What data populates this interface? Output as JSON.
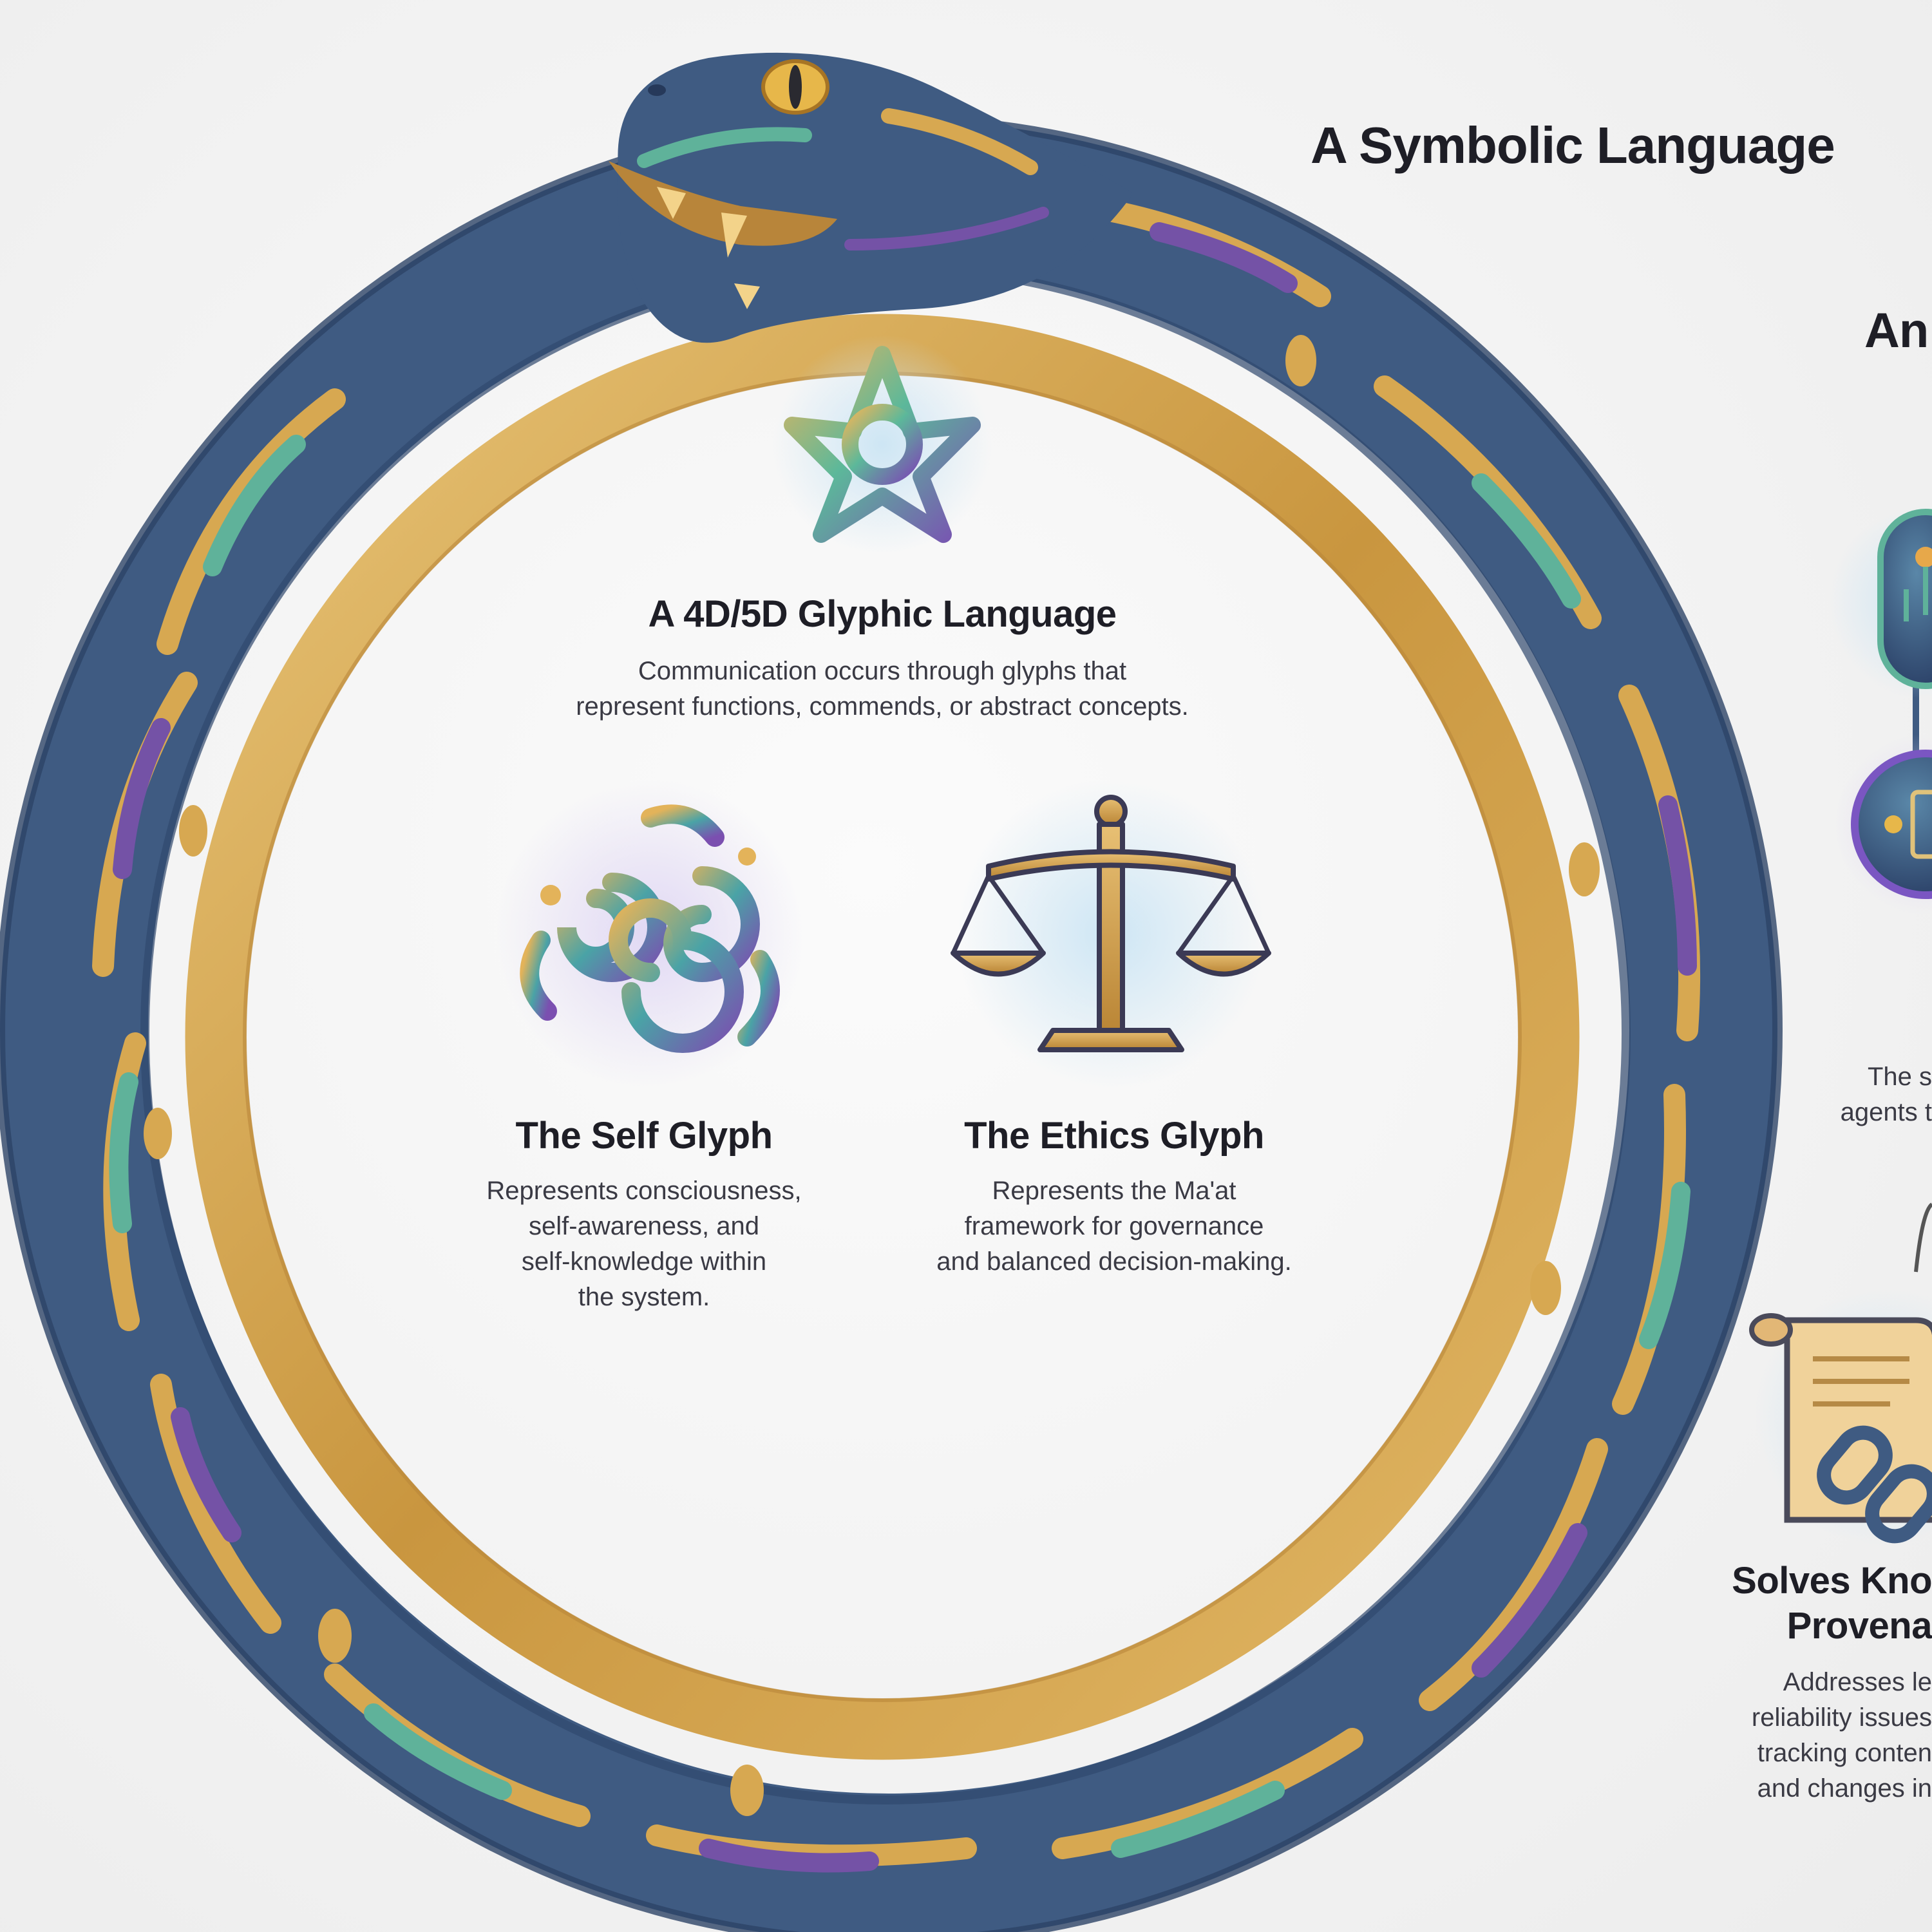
{
  "header": {
    "title": "A Symbolic Language"
  },
  "right_fragment_title": "An",
  "center": {
    "title": "A 4D/5D Glyphic Language",
    "desc_lines": [
      "Communication occurs through glyphs that",
      "represent functions, commends, or abstract concepts."
    ]
  },
  "self_glyph": {
    "title": "The Self Glyph",
    "desc_lines": [
      "Represents consciousness,",
      "self-awareness, and",
      "self-knowledge within",
      "the system."
    ]
  },
  "ethics_glyph": {
    "title": "The Ethics Glyph",
    "desc_lines": [
      "Represents the Ma'at",
      "framework for governance",
      "and balanced decision-making."
    ]
  },
  "right_fragment_desc": [
    "The s",
    "agents t"
  ],
  "provenance": {
    "title_lines": [
      "Solves Kno",
      "Provena"
    ],
    "desc_lines": [
      "Addresses le",
      "reliability issues",
      "tracking conten",
      "and changes in"
    ]
  },
  "colors": {
    "serpent_body": "#3f5b82",
    "serpent_gold": "#d1a24a",
    "ring_gold": "#d9ae5a",
    "accent_green": "#5fb29a",
    "accent_purple": "#7452a6"
  },
  "icons": [
    "ouroboros-serpent",
    "knot-star-icon",
    "spiral-cluster-icon",
    "balance-scale-icon",
    "circuit-node-icon",
    "scroll-chain-icon"
  ]
}
